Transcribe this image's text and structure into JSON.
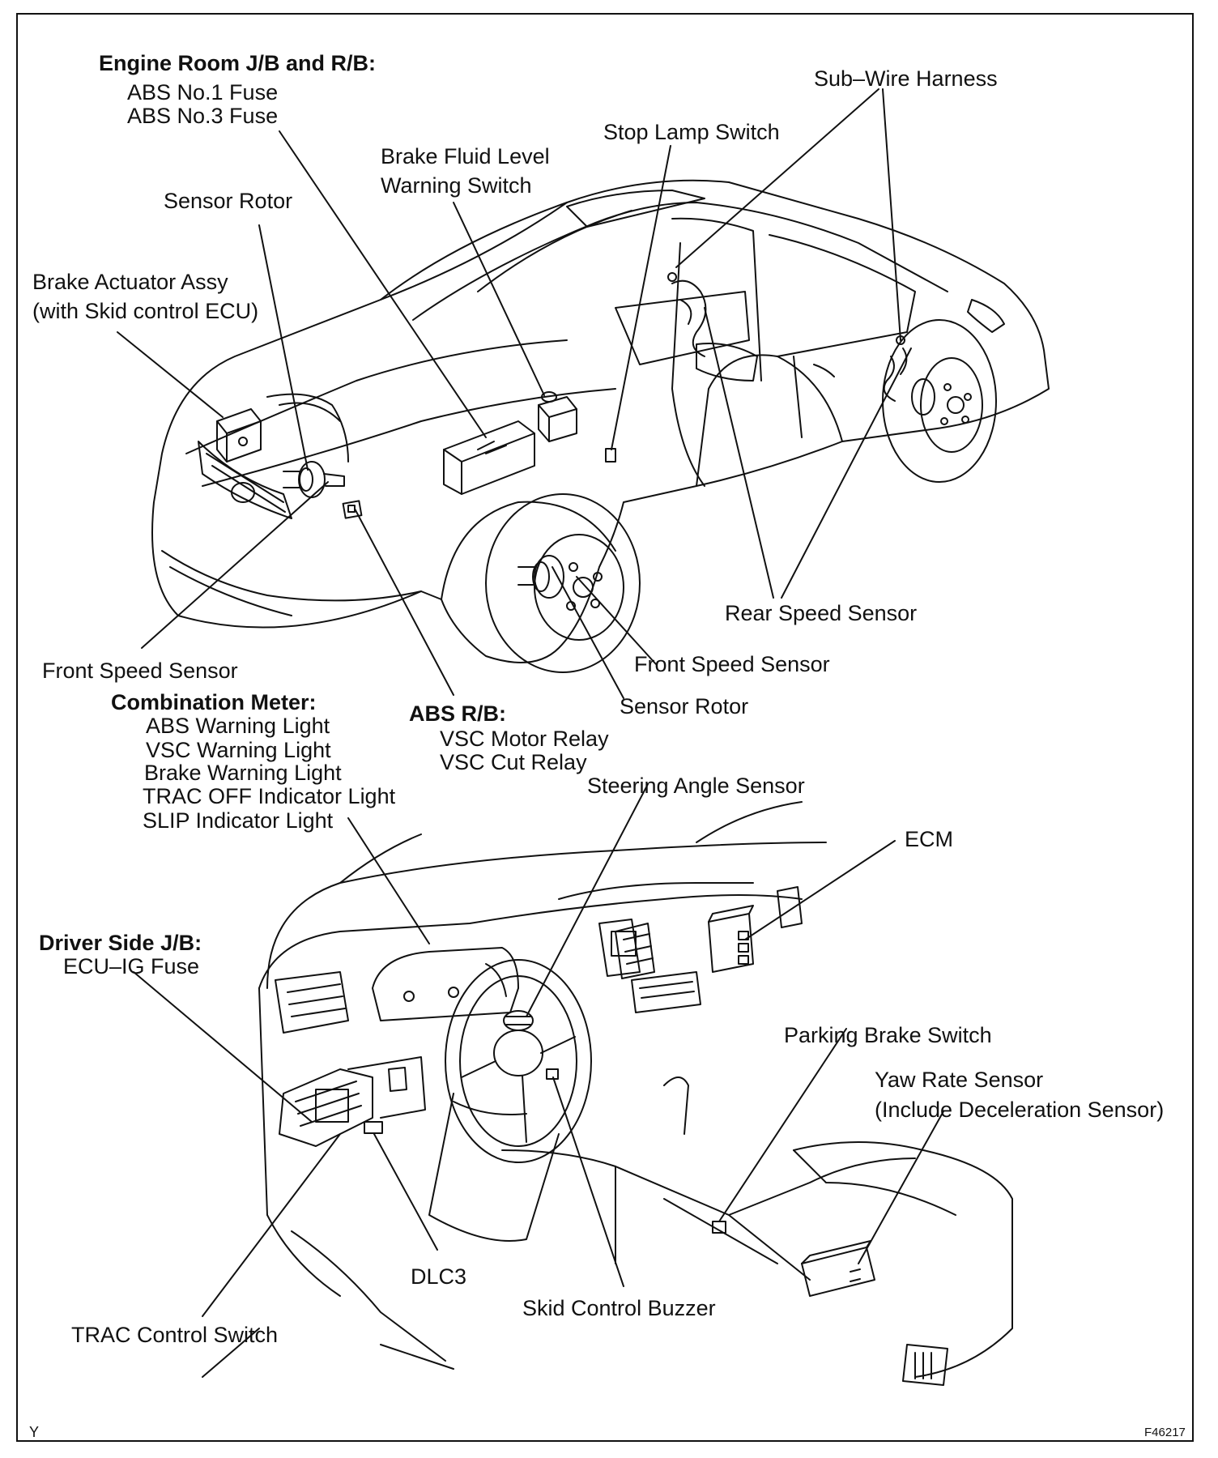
{
  "labels": {
    "engine_room_jb": "Engine Room J/B and R/B:",
    "abs_no1_fuse": "ABS No.1 Fuse",
    "abs_no3_fuse": "ABS No.3 Fuse",
    "sensor_rotor_front_left": "Sensor Rotor",
    "brake_actuator_1": "Brake Actuator Assy",
    "brake_actuator_2": "(with Skid control ECU)",
    "brake_fluid_1": "Brake Fluid Level",
    "brake_fluid_2": "Warning Switch",
    "stop_lamp_switch": "Stop Lamp Switch",
    "sub_wire_harness": "Sub–Wire Harness",
    "rear_speed_sensor": "Rear Speed Sensor",
    "front_speed_sensor_right": "Front Speed Sensor",
    "front_speed_sensor_left": "Front Speed Sensor",
    "sensor_rotor_front_right": "Sensor Rotor",
    "combination_meter": "Combination Meter:",
    "abs_warning_light": "ABS Warning Light",
    "vsc_warning_light": "VSC Warning Light",
    "brake_warning_light": "Brake Warning Light",
    "trac_off_light": "TRAC OFF Indicator Light",
    "slip_light": "SLIP Indicator Light",
    "abs_rb": "ABS R/B:",
    "vsc_motor_relay": "VSC Motor Relay",
    "vsc_cut_relay": "VSC Cut Relay",
    "steering_angle_sensor": "Steering Angle Sensor",
    "ecm": "ECM",
    "driver_side_jb": "Driver Side J/B:",
    "ecu_ig_fuse": "ECU–IG Fuse",
    "parking_brake_switch": "Parking Brake Switch",
    "yaw_rate_1": "Yaw Rate Sensor",
    "yaw_rate_2": "(Include Deceleration Sensor)",
    "dlc3": "DLC3",
    "skid_control_buzzer": "Skid Control Buzzer",
    "trac_control_switch": "TRAC Control Switch"
  },
  "footer": {
    "left_code": "Y",
    "figure_id": "F46217"
  }
}
